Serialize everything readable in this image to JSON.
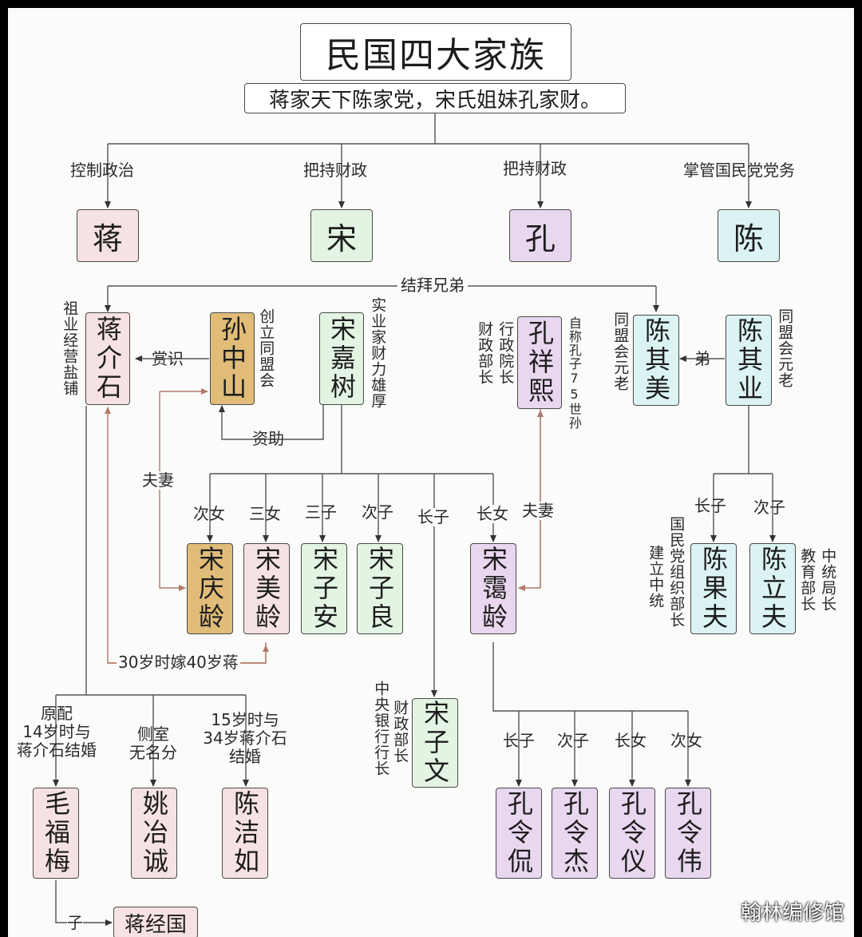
{
  "title": "民国四大家族",
  "subtitle": "蒋家天下陈家党，宋氏姐妹孔家财。",
  "families": [
    {
      "role": "控制政治",
      "name": "蒋"
    },
    {
      "role": "把持财政",
      "name": "宋"
    },
    {
      "role": "把持财政",
      "name": "孔"
    },
    {
      "role": "掌管国民党党务",
      "name": "陈"
    }
  ],
  "people": {
    "jiang_jieshi": "蒋介石",
    "sun_zhongshan": "孙中山",
    "song_jiashu": "宋嘉树",
    "kong_xiangxi": "孔祥熙",
    "chen_qimei": "陈其美",
    "chen_qiye": "陈其业",
    "song_qingling": "宋庆龄",
    "song_meiling": "宋美龄",
    "song_zian": "宋子安",
    "song_ziliang": "宋子良",
    "song_ziwen": "宋子文",
    "song_ailing": "宋霭龄",
    "chen_guofu": "陈果夫",
    "chen_lifu": "陈立夫",
    "mao_fumei": "毛福梅",
    "yao_yecheng": "姚冶诚",
    "chen_jieru": "陈洁如",
    "jiang_jingguo": "蒋经国",
    "kong_lingkan": "孔令侃",
    "kong_lingjie": "孔令杰",
    "kong_lingyi": "孔令仪",
    "kong_lingwei": "孔令伟"
  },
  "notes": {
    "jiang_side": "祖业经营盐铺",
    "sun_side": "创立同盟会",
    "song_side": "实业家财力雄厚",
    "kong_left": "财政部长",
    "kong_left2": "行政院长",
    "kong_right": "自称孔子75世孙",
    "chen_qimei_side": "同盟会元老",
    "chen_qiye_side": "同盟会元老",
    "guofu_side1": "国民党组织部长",
    "guofu_side2": "建立中统",
    "lifu_side1": "教育部长",
    "lifu_side2": "中统局长",
    "ziwen_side1": "财政部长",
    "ziwen_side2": "中央银行行长",
    "mao_note": "原配\n14岁时与\n蒋介石结婚",
    "yao_note": "侧室\n无名分",
    "chen_jieru_note": "15岁时与\n34岁蒋介石\n结婚"
  },
  "relations": {
    "sworn": "结拜兄弟",
    "appreciate": "赏识",
    "fund": "资助",
    "couple1": "夫妻",
    "couple2": "夫妻",
    "brother": "弟",
    "married_age": "30岁时嫁40岁蒋",
    "son": "子",
    "song_children": [
      "次女",
      "三女",
      "三子",
      "次子",
      "长子",
      "长女"
    ],
    "chen_children": [
      "长子",
      "次子"
    ],
    "kong_children": [
      "长子",
      "次子",
      "长女",
      "次女"
    ]
  },
  "watermark": "翰林编修馆",
  "colors": {
    "jiang": "#f6e2e2",
    "song": "#e3f4e3",
    "kong": "#e8d7ee",
    "chen": "#dcf3f4",
    "sun": "#e0bc78",
    "line": "#4a4a4a",
    "marriage_line": "#b07a6a"
  }
}
